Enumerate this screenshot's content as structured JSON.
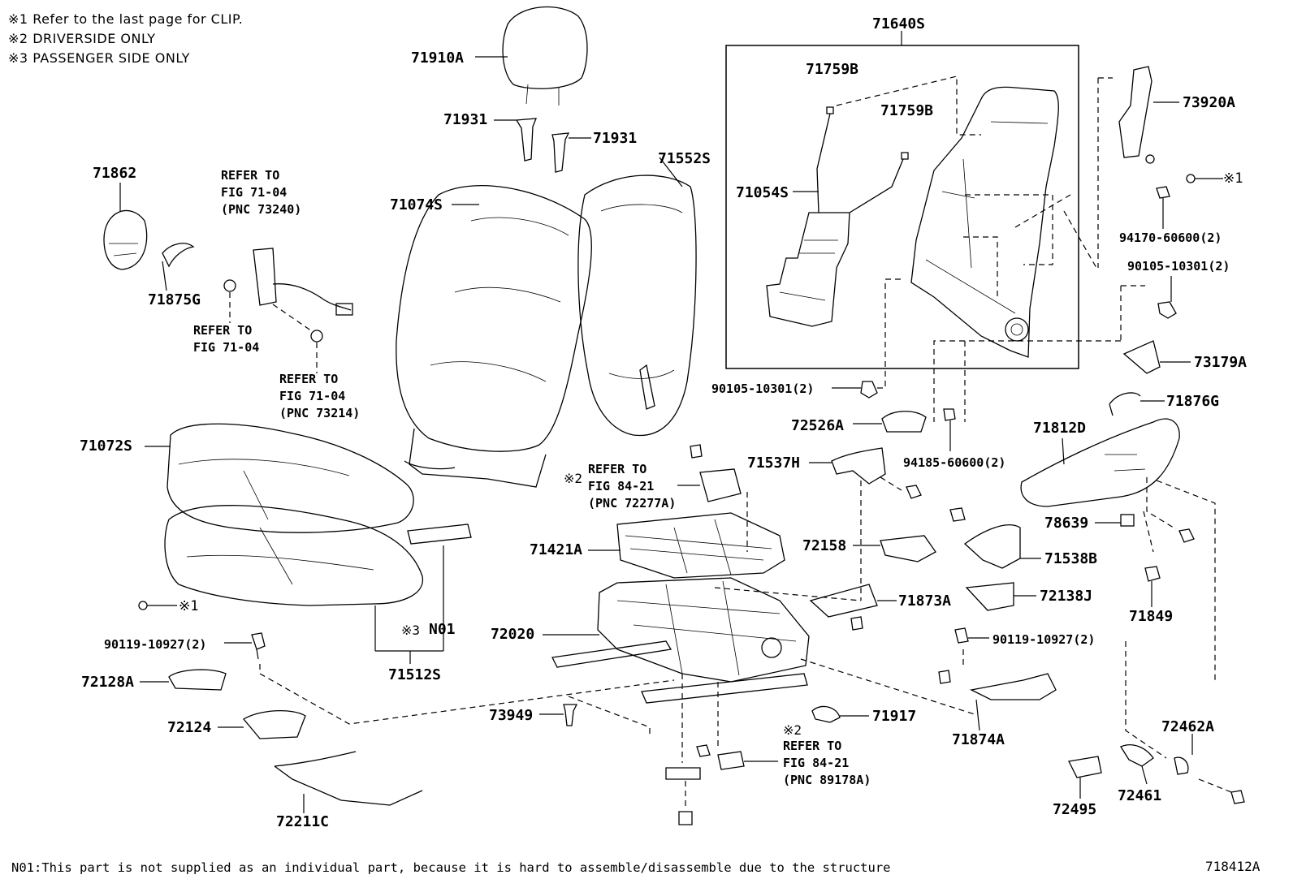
{
  "notes": [
    {
      "mark": "※1",
      "text": "Refer to the last page for CLIP."
    },
    {
      "mark": "※2",
      "text": "DRIVERSIDE  ONLY"
    },
    {
      "mark": "※3",
      "text": "PASSENGER SIDE  ONLY"
    }
  ],
  "labels": {
    "p71910A": "71910A",
    "p71931a": "71931",
    "p71931b": "71931",
    "p71862": "71862",
    "p71875G": "71875G",
    "p71074S": "71074S",
    "p71552S": "71552S",
    "p71640S": "71640S",
    "p71759Ba": "71759B",
    "p71759Bb": "71759B",
    "p71054S": "71054S",
    "p73920A": "73920A",
    "p94170": "94170-60600(2)",
    "p90105a": "90105-10301(2)",
    "p90105b": "90105-10301(2)",
    "p73179A": "73179A",
    "p71876G": "71876G",
    "p71812D": "71812D",
    "p72526A": "72526A",
    "p94185": "94185-60600(2)",
    "p71072S": "71072S",
    "p71537H": "71537H",
    "p78639": "78639",
    "p71421A": "71421A",
    "p72158": "72158",
    "p71538B": "71538B",
    "p71873A": "71873A",
    "p72138J": "72138J",
    "p71849": "71849",
    "p72020": "72020",
    "p90119a": "90119-10927(2)",
    "p90119b": "90119-10927(2)",
    "p72128A": "72128A",
    "p71512S": "71512S",
    "pN01": "N01",
    "p73949": "73949",
    "p72124": "72124",
    "p71917": "71917",
    "p71874A": "71874A",
    "p72462A": "72462A",
    "p72211C": "72211C",
    "p72495": "72495",
    "p72461": "72461"
  },
  "marks": {
    "clip_a": "※1",
    "clip_b": "※1",
    "pass_only": "※3",
    "drv_a": "※2",
    "drv_b": "※2"
  },
  "refs": {
    "ref_73240": [
      "REFER TO",
      "FIG 71-04",
      "(PNC 73240)"
    ],
    "ref_fig7104": [
      "REFER TO",
      "FIG 71-04"
    ],
    "ref_73214": [
      "REFER TO",
      "FIG 71-04",
      "(PNC 73214)"
    ],
    "ref_72277A": [
      "REFER TO",
      "FIG 84-21",
      "(PNC 72277A)"
    ],
    "ref_89178A": [
      "REFER TO",
      "FIG 84-21",
      "(PNC 89178A)"
    ]
  },
  "footer": {
    "note": "N01:This part is not supplied as an individual part, because it is hard to assemble/disassemble due to the structure",
    "figure_code": "718412A"
  }
}
